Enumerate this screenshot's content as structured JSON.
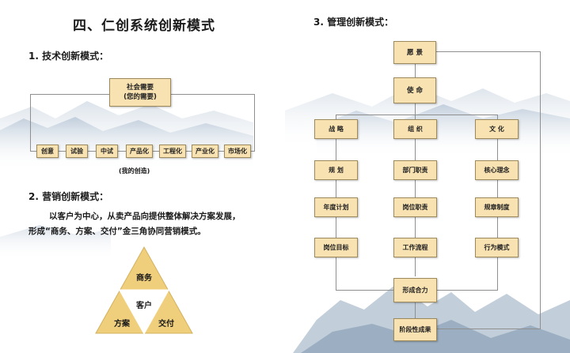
{
  "page": {
    "title": "四、仁创系统创新模式"
  },
  "tech": {
    "heading": "1. 技术创新模式：",
    "top_box_line1": "社会需要",
    "top_box_line2": "(您的需要)",
    "steps": [
      "创意",
      "试验",
      "中试",
      "产品化",
      "工程化",
      "产业化",
      "市场化"
    ],
    "caption": "(我的创造)"
  },
  "marketing": {
    "heading": "2. 营销创新模式：",
    "desc_line1": "以客户为中心，从卖产品向提供整体解决方案发展，",
    "desc_line2": "形成“商务、方案、交付”金三角协同营销模式。",
    "triangle": {
      "top": "商务",
      "center": "客户",
      "left": "方案",
      "right": "交付"
    }
  },
  "management": {
    "heading": "3. 管理创新模式：",
    "vision": "愿  景",
    "mission": "使  命",
    "columns": {
      "left": [
        "战  略",
        "规  划",
        "年度计划",
        "岗位目标"
      ],
      "middle": [
        "组  织",
        "部门职责",
        "岗位职责",
        "工作流程"
      ],
      "right": [
        "文  化",
        "核心理念",
        "规章制度",
        "行为模式"
      ]
    },
    "synergy": "形成合力",
    "result": "阶段性成果"
  },
  "colors": {
    "box_fill": "#f8e2b1",
    "box_border": "#9d8a5c",
    "triangle_fill": "#f0cf7c",
    "connector": "#8f8f8f"
  }
}
